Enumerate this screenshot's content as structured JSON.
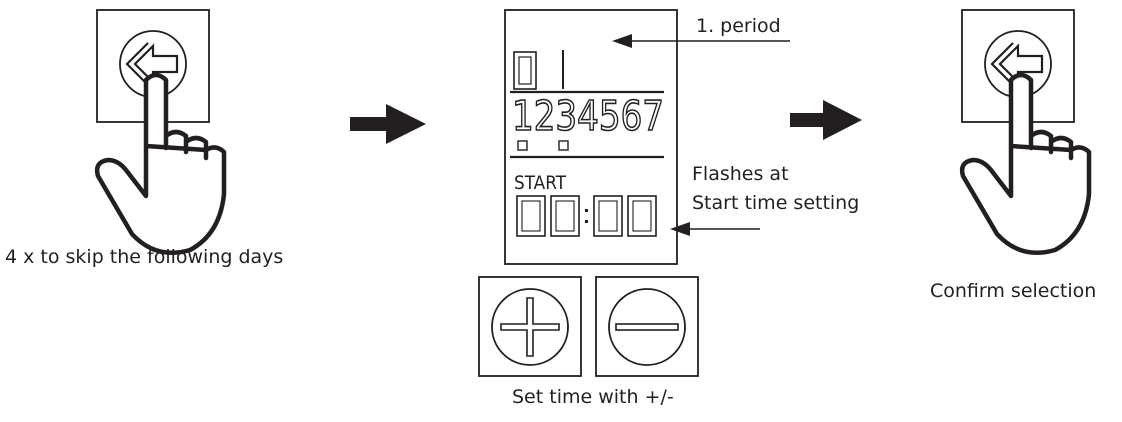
{
  "left_step": {
    "caption": "4 x to skip the following days",
    "button_icon": "arrow-left-enter-icon"
  },
  "display": {
    "period_number": "1",
    "weekdays": "1234567",
    "start_label": "START",
    "time_display": "00:00",
    "callout_period": "1. period",
    "callout_flash_line1": "Flashes at",
    "callout_flash_line2": "Start time setting"
  },
  "bottom_step": {
    "caption": "Set time with +/-",
    "plus_icon": "plus-icon",
    "minus_icon": "minus-icon"
  },
  "right_step": {
    "caption": "Confirm selection",
    "button_icon": "arrow-left-enter-icon"
  },
  "colors": {
    "ink": "#231f20",
    "background": "#ffffff"
  }
}
